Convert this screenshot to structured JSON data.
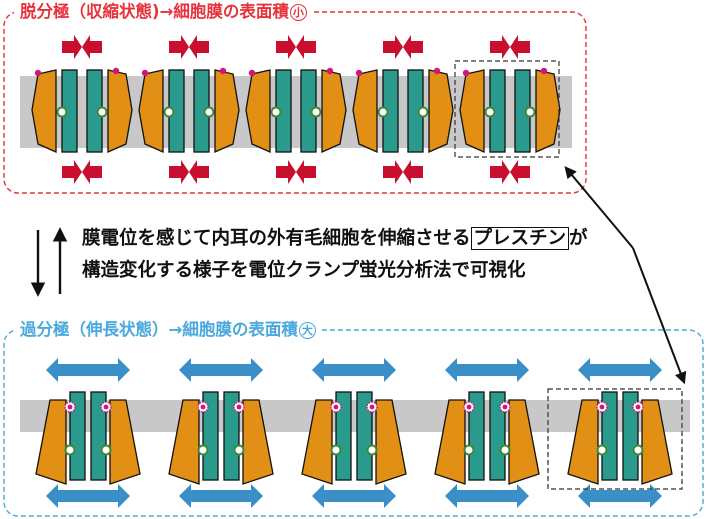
{
  "top_panel": {
    "title": "脱分極（収縮状態)→細胞膜の表面積",
    "size_mark": "小",
    "frame_color": "#e8323c"
  },
  "bottom_panel": {
    "title": "過分極（伸長状態）→細胞膜の表面積",
    "size_mark": "大",
    "frame_color": "#4aa8dc"
  },
  "description": {
    "line1_before": "膜電位を感じて内耳の外有毛細胞を伸縮させる",
    "line1_boxed": "プレスチン",
    "line1_after": "が",
    "line2": "構造変化する様子を電位クランプ蛍光分析法で可視化"
  },
  "colors": {
    "membrane": "#c8c8c8",
    "wing": "#e28f15",
    "core": "#2a9a8c",
    "compress_arrow": "#c8102e",
    "expand_arrow": "#3a8fc8",
    "dot_magenta": "#d0157e",
    "dot_green": "#3a8a3a",
    "highlight_box": "#333333"
  },
  "diagram_state": {
    "top_units": 5,
    "bottom_units": 5,
    "top_arrows": "inward-pairs",
    "bottom_arrows": "double-headed"
  }
}
